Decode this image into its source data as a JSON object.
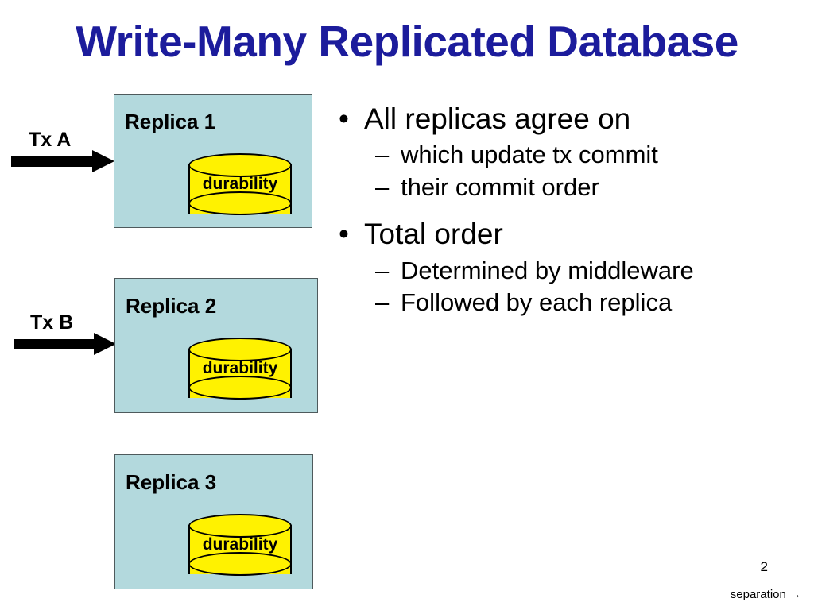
{
  "slide": {
    "title": "Write-Many Replicated Database",
    "title_color": "#1c1c9c",
    "background_color": "#ffffff"
  },
  "diagram": {
    "box_fill_color": "#b3d9dd",
    "box_border_color": "#4e5a5c",
    "cylinder_fill_color": "#fff200",
    "cylinder_border_color": "#000000",
    "replicas": [
      {
        "label": "Replica 1",
        "db_label": "durability",
        "arrow_label": "Tx A",
        "has_arrow": true
      },
      {
        "label": "Replica 2",
        "db_label": "durability",
        "arrow_label": "Tx B",
        "has_arrow": true
      },
      {
        "label": "Replica 3",
        "db_label": "durability",
        "arrow_label": "",
        "has_arrow": false
      }
    ]
  },
  "bullets": {
    "bullet_mark": "•",
    "dash_mark": "–",
    "groups": [
      {
        "heading": "All replicas agree on",
        "items": [
          "which update tx commit",
          "their commit order"
        ]
      },
      {
        "heading": "Total order",
        "items": [
          "Determined by middleware",
          "Followed by each replica"
        ]
      }
    ]
  },
  "footer": {
    "page_number": "2",
    "note": "separation →"
  }
}
